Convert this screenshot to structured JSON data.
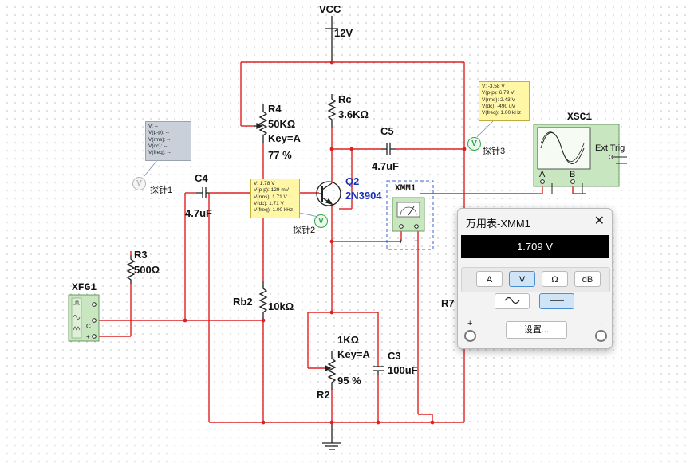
{
  "nets": {
    "vcc": "VCC",
    "vcc_value": "12V"
  },
  "components": {
    "r4": {
      "ref": "R4",
      "value": "50KΩ",
      "key": "Key=A",
      "percent": "77 %"
    },
    "rc": {
      "ref": "Rc",
      "value": "3.6KΩ"
    },
    "c5": {
      "ref": "C5",
      "value": "4.7uF"
    },
    "c4": {
      "ref": "C4",
      "value": "4.7uF"
    },
    "q2": {
      "ref": "Q2",
      "value": "2N3904"
    },
    "r3": {
      "ref": "R3",
      "value": "500Ω"
    },
    "rb2": {
      "ref": "Rb2",
      "value": "10kΩ"
    },
    "r2": {
      "ref": "R2",
      "value": "1KΩ",
      "key": "Key=A",
      "percent": "95 %"
    },
    "c3": {
      "ref": "C3",
      "value": "100uF"
    },
    "r7": {
      "ref": "R7"
    },
    "xfg1": {
      "ref": "XFG1"
    },
    "xsc1": {
      "ref": "XSC1",
      "ext_trig": "Ext Trig",
      "chan_a": "A",
      "chan_b": "B"
    },
    "xmm1": {
      "ref": "XMM1"
    }
  },
  "probes": {
    "p1": {
      "label": "探针1",
      "lines": [
        "V: --",
        "V(p-p): --",
        "V(rms): --",
        "V(dc): --",
        "V(freq): --"
      ]
    },
    "p2": {
      "label": "探针2",
      "lines": [
        "V: 1.78 V",
        "V(p-p): 129 mV",
        "V(rms): 1.71 V",
        "V(dc): 1.71 V",
        "V(freq): 1.00 kHz"
      ]
    },
    "p3": {
      "label": "探针3",
      "lines": [
        "V: -3.58 V",
        "V(p-p): 6.79 V",
        "V(rms): 2.43 V",
        "V(dc): -490 uV",
        "V(freq): 1.00 kHz"
      ]
    }
  },
  "multimeter": {
    "title": "万用表-XMM1",
    "reading": "1.709 V",
    "buttons": [
      "A",
      "V",
      "Ω",
      "dB"
    ],
    "selected": "V",
    "setting": "设置...",
    "plus": "+",
    "minus": "−"
  }
}
